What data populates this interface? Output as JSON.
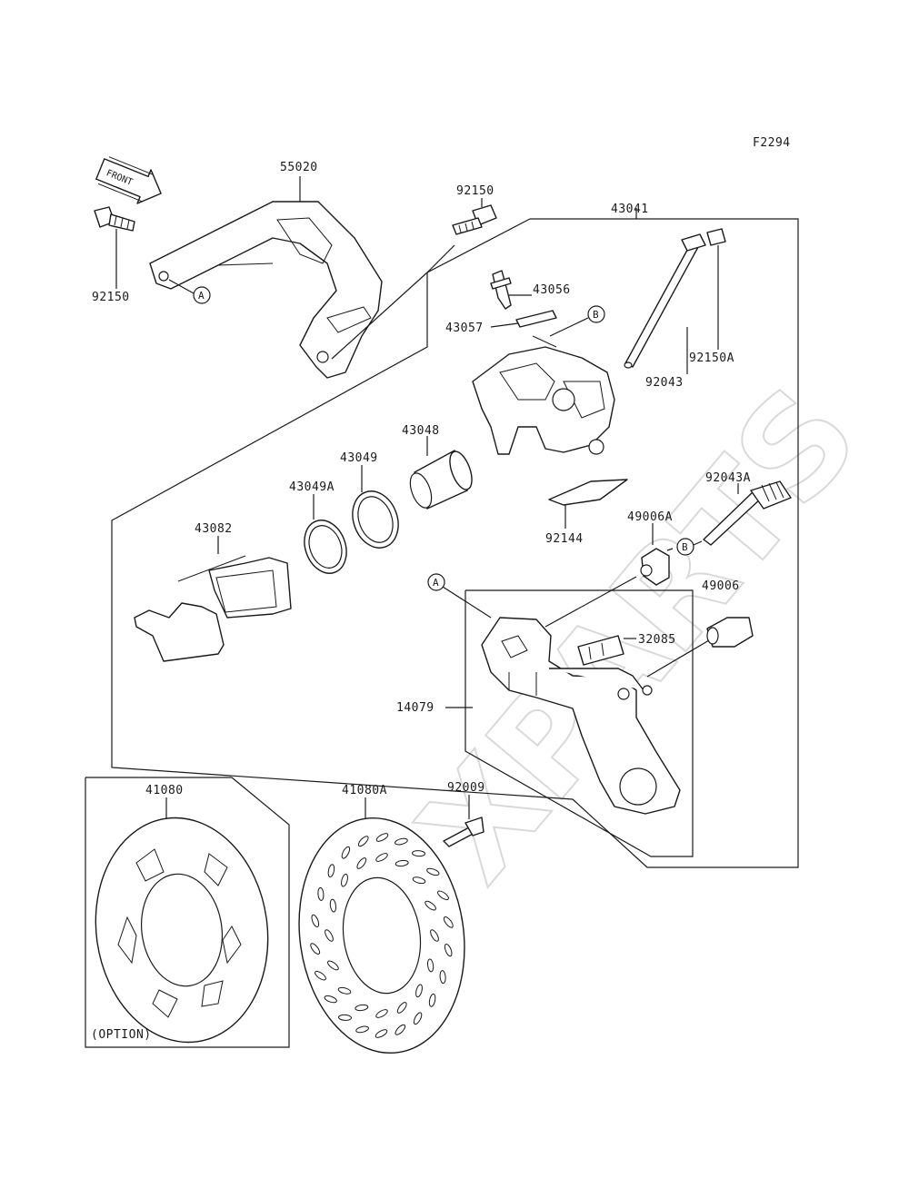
{
  "figure_code": "F2294",
  "front_label": "FRONT",
  "option_label": "(OPTION)",
  "watermark": "XPARTS",
  "part_numbers": {
    "p55020": "55020",
    "p92150_top": "92150",
    "p92150_left": "92150",
    "p43041": "43041",
    "p43056": "43056",
    "p43057": "43057",
    "p92043": "92043",
    "p92150A": "92150A",
    "p43048": "43048",
    "p43049": "43049",
    "p43049A": "43049A",
    "p43082": "43082",
    "p92144": "92144",
    "p92043A": "92043A",
    "p49006A": "49006A",
    "p49006": "49006",
    "p32085": "32085",
    "p14079": "14079",
    "p41080": "41080",
    "p41080A": "41080A",
    "p92009": "92009"
  },
  "refs": {
    "a1": "A",
    "a2": "A",
    "b1": "B",
    "b2": "B"
  }
}
